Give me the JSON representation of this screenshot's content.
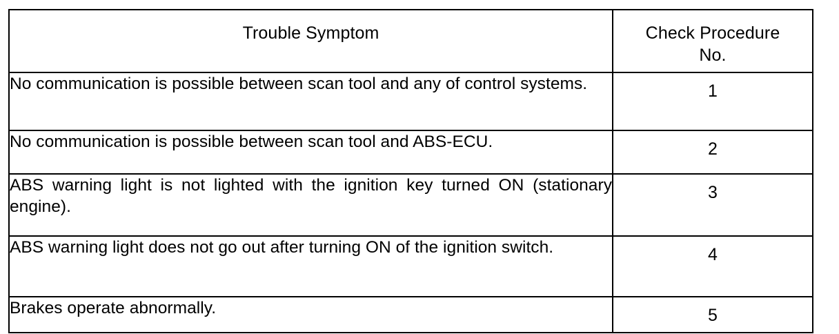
{
  "document": {
    "type": "table",
    "background_color": "#ffffff",
    "text_color": "#000000",
    "border_color": "#000000"
  },
  "table": {
    "headers": {
      "symptom": "Trouble Symptom",
      "number_line1": "Check Procedure",
      "number_line2": "No."
    },
    "rows": [
      {
        "symptom": "No communication is possible between scan tool and any of control systems.",
        "number": "1",
        "justified": false
      },
      {
        "symptom": "No communication is possible between scan tool and ABS-ECU.",
        "number": "2",
        "justified": false
      },
      {
        "symptom": "ABS warning light is not lighted with the ignition key turned ON (stationary engine).",
        "number": "3",
        "justified": true
      },
      {
        "symptom": "ABS warning light does not go out after turning ON of the ignition switch.",
        "number": "4",
        "justified": true
      },
      {
        "symptom": "Brakes operate abnormally.",
        "number": "5",
        "justified": false
      }
    ]
  }
}
